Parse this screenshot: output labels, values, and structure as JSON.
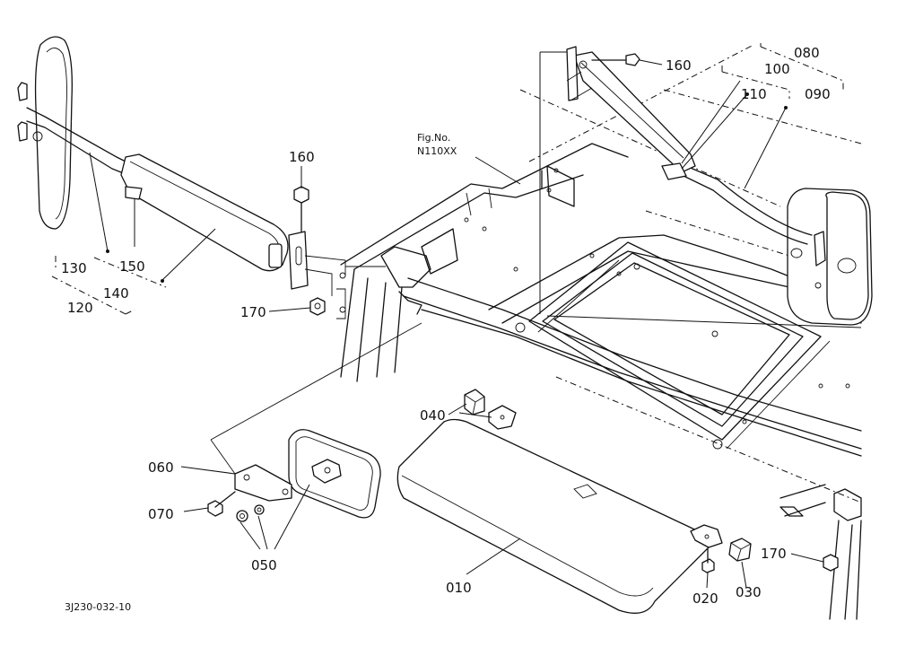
{
  "figure": {
    "ref_title": "Fig.No.",
    "ref_number": "N110XX",
    "drawing_id": "3J230-032-10"
  },
  "callouts": [
    {
      "id": "p010",
      "text": "010"
    },
    {
      "id": "p020",
      "text": "020"
    },
    {
      "id": "p030",
      "text": "030"
    },
    {
      "id": "p040",
      "text": "040"
    },
    {
      "id": "p050",
      "text": "050"
    },
    {
      "id": "p060",
      "text": "060"
    },
    {
      "id": "p070",
      "text": "070"
    },
    {
      "id": "p080",
      "text": "080"
    },
    {
      "id": "p090",
      "text": "090"
    },
    {
      "id": "p100",
      "text": "100"
    },
    {
      "id": "p110",
      "text": "110"
    },
    {
      "id": "p120",
      "text": "120"
    },
    {
      "id": "p130",
      "text": "130"
    },
    {
      "id": "p140",
      "text": "140"
    },
    {
      "id": "p150",
      "text": "150"
    },
    {
      "id": "p160a",
      "text": "160"
    },
    {
      "id": "p160b",
      "text": "160"
    },
    {
      "id": "p170a",
      "text": "170"
    },
    {
      "id": "p170b",
      "text": "170"
    }
  ]
}
